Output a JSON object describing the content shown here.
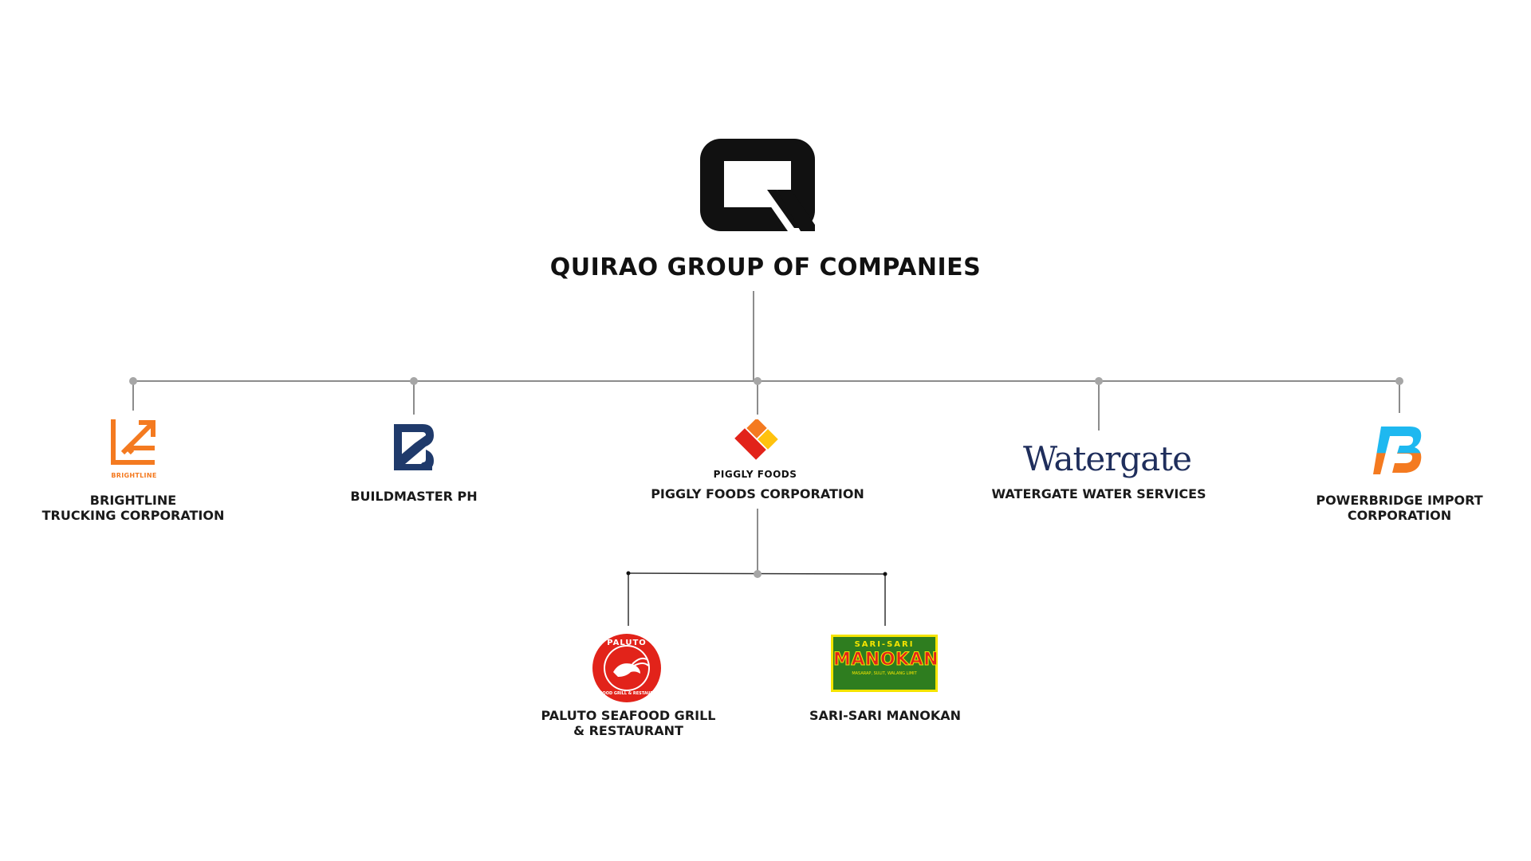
{
  "root": {
    "name": "QUIRAO GROUP OF COMPANIES",
    "logo_icon": "q-logo-icon"
  },
  "companies": [
    {
      "lines": [
        "BRIGHTLINE",
        "TRUCKING CORPORATION"
      ],
      "logo_icon": "brightline-logo-icon",
      "logo_text": "BRIGHTLINE",
      "color": "#F47A20"
    },
    {
      "lines": [
        "BUILDMASTER PH"
      ],
      "logo_icon": "buildmaster-logo-icon",
      "color": "#1F3A6B"
    },
    {
      "lines": [
        "PIGGLY FOODS CORPORATION"
      ],
      "logo_icon": "piggly-foods-logo-icon",
      "logo_text": "PIGGLY FOODS",
      "color": "#E2231A"
    },
    {
      "lines": [
        "WATERGATE WATER SERVICES"
      ],
      "logo_icon": "watergate-logo-icon",
      "logo_text": "Watergate",
      "color": "#1F2E5C"
    },
    {
      "lines": [
        "POWERBRIDGE IMPORT",
        "CORPORATION"
      ],
      "logo_icon": "powerbridge-logo-icon",
      "color": "#1EB8F0"
    }
  ],
  "subsidiaries": [
    {
      "lines": [
        "PALUTO SEAFOOD GRILL",
        "& RESTAURANT"
      ],
      "logo_icon": "paluto-logo-icon",
      "logo_text": "PALUTO",
      "logo_subtext": "SEAFOOD GRILL & RESTAURANT",
      "color": "#E2231A"
    },
    {
      "lines": [
        "SARI-SARI MANOKAN"
      ],
      "logo_icon": "sari-sari-manokan-logo-icon",
      "logo_text": "MANOKAN",
      "logo_toptext": "SARI-SARI",
      "logo_subtext": "MASARAP, SULIT, WALANG LIMIT",
      "color": "#2E7D1F"
    }
  ],
  "connector_color": "#8c8c8c"
}
